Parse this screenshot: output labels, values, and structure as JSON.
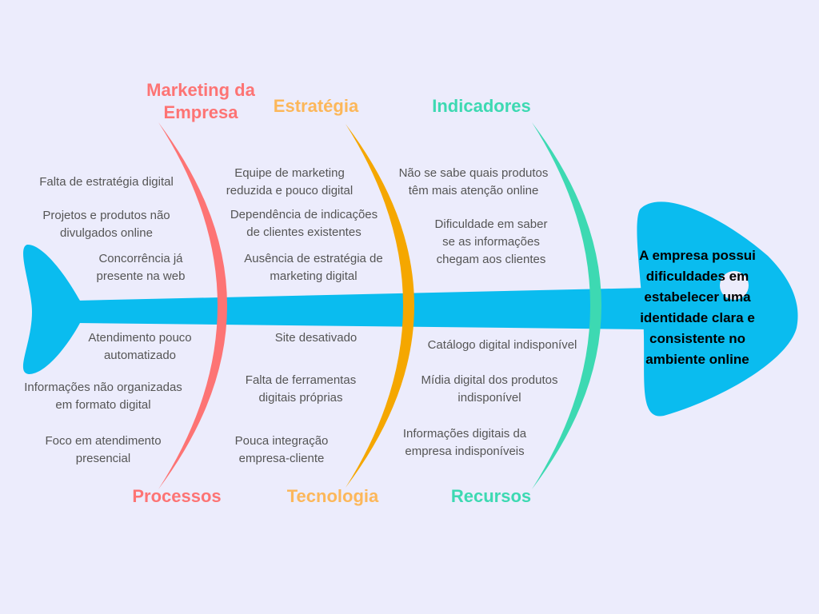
{
  "problem": "A empresa possui\ndificuldades em\nestabelecer uma\nidentidade clara e\nconsistente no\nambiente online",
  "colors": {
    "fish": "#0abcef",
    "marketing": "#fd7474",
    "estrategia": "#f5a700",
    "estrategia_label": "#fcb75a",
    "indicadores": "#3dd9b2",
    "background": "#ececfc"
  },
  "categories": {
    "marketing": {
      "label": "Marketing da\nEmpresa",
      "causes": [
        "Falta de estratégia digital",
        "Projetos e produtos não\ndivulgados online",
        "Concorrência já\npresente na web"
      ]
    },
    "estrategia": {
      "label": "Estratégia",
      "causes": [
        "Equipe de marketing\nreduzida e pouco digital",
        "Dependência de indicações\nde clientes existentes",
        "Ausência de estratégia de\nmarketing digital"
      ]
    },
    "indicadores": {
      "label": "Indicadores",
      "causes": [
        "Não se sabe quais produtos\ntêm mais atenção online",
        "Dificuldade em saber\nse as informações\nchegam aos clientes"
      ]
    },
    "processos": {
      "label": "Processos",
      "causes": [
        "Atendimento pouco\nautomatizado",
        "Informações não organizadas\nem formato digital",
        "Foco em atendimento\npresencial"
      ]
    },
    "tecnologia": {
      "label": "Tecnologia",
      "causes": [
        "Site desativado",
        "Falta de ferramentas\ndigitais próprias",
        "Pouca integração\nempresa-cliente"
      ]
    },
    "recursos": {
      "label": "Recursos",
      "causes": [
        "Catálogo digital indisponível",
        "Mídia digital dos produtos\nindisponível",
        "Informações digitais da\nempresa indisponíveis"
      ]
    }
  }
}
